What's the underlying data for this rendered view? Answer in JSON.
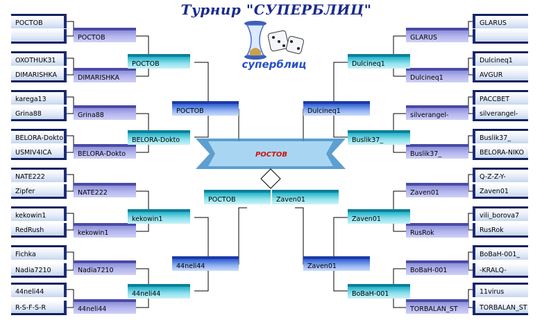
{
  "title": "Турнир \"СУПЕРБЛИЦ\"",
  "logo_text": "суперблиц",
  "champion": "РОСТОВ",
  "left": {
    "r1": [
      "РОСТОВ",
      "",
      "OXOTHUK31",
      "DIMARISHKA",
      "karega13",
      "Grina88",
      "BELORA-Dokto",
      "USMIV4ICA",
      "NATE222",
      "Zipfer",
      "kekowin1",
      "RedRush",
      "Fichka",
      "Nadia7210",
      "44neli44",
      "R-S-F-S-R"
    ],
    "r2": [
      "РОСТОВ",
      "DIMARISHKA",
      "Grina88",
      "BELORA-Dokto",
      "NATE222",
      "kekowin1",
      "Nadia7210",
      "44neli44"
    ],
    "r3": [
      "РОСТОВ",
      "BELORA-Dokto",
      "kekowin1",
      "44neli44"
    ],
    "r4": [
      "РОСТОВ",
      "44neli44"
    ]
  },
  "right": {
    "r1": [
      "GLARUS",
      "",
      "Dulcineq1",
      "AVGUR",
      "PACCBET",
      "silverangel-",
      "Buslik37_",
      "BELORA-NIKO",
      "Q-Z-Z-Y-",
      "Zaven01",
      "vili_borova7",
      "RusRok",
      "BoBaH-001_",
      "-KRALQ-",
      "11virus",
      "TORBALAN_ST"
    ],
    "r2": [
      "GLARUS",
      "Dulcineq1",
      "silverangel-",
      "Buslik37_",
      "Zaven01",
      "RusRok",
      "BoBaH-001",
      "TORBALAN_ST"
    ],
    "r3": [
      "Dulcineq1",
      "Buslik37_",
      "Zaven01",
      "BoBaH-001"
    ],
    "r4": [
      "Dulcineq1",
      "Zaven01"
    ]
  },
  "final": [
    "РОСТОВ",
    "Zaven01"
  ],
  "colors": {
    "title": "#1a2a8c",
    "champion": "#d01010",
    "lines": "#000000"
  }
}
